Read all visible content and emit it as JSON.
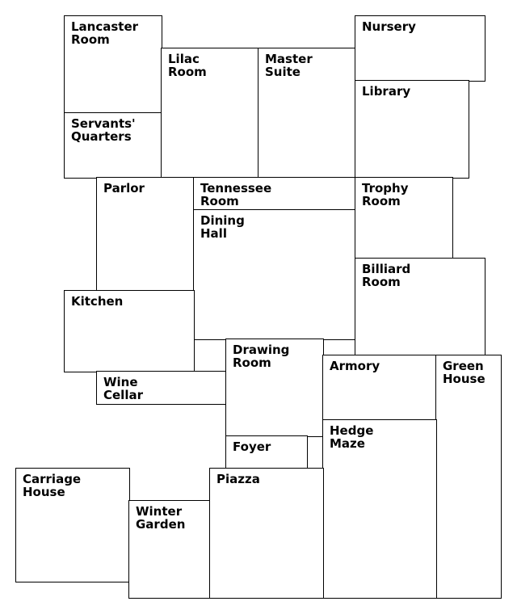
{
  "rooms": {
    "lancaster_room": "Lancaster\nRoom",
    "servants_quarters": "Servants'\nQuarters",
    "lilac_room": "Lilac\nRoom",
    "master_suite": "Master\nSuite",
    "nursery": "Nursery",
    "library": "Library",
    "parlor": "Parlor",
    "tennessee_room": "Tennessee\nRoom",
    "dining_hall": "Dining\nHall",
    "trophy_room": "Trophy\nRoom",
    "billiard_room": "Billiard\nRoom",
    "kitchen": "Kitchen",
    "drawing_room": "Drawing\nRoom",
    "armory": "Armory",
    "green_house": "Green\nHouse",
    "wine_cellar": "Wine\nCellar",
    "foyer": "Foyer",
    "hedge_maze": "Hedge\nMaze",
    "carriage_house": "Carriage\nHouse",
    "piazza": "Piazza",
    "winter_garden": "Winter\nGarden"
  }
}
